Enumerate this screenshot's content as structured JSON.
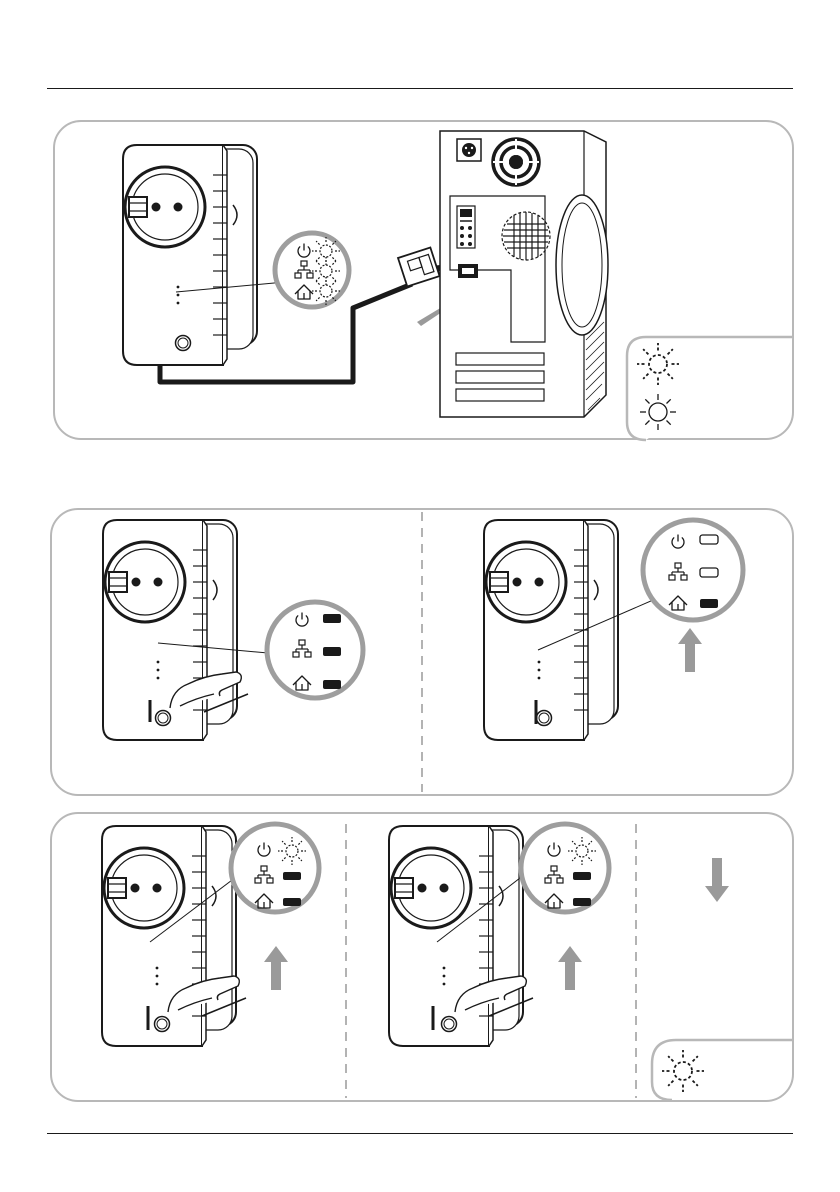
{
  "page": {
    "header_text": "",
    "footer_text": ""
  },
  "colors": {
    "line": "#1a1a1a",
    "panel_border": "#b8b8b8",
    "arrow": "#9a9a9a",
    "led_off": "#1a1a1a"
  },
  "steps": [
    {
      "id": "connect-pc",
      "leds": [
        "blinking",
        "blinking",
        "blinking"
      ],
      "legend": [
        "blinking-slow",
        "blinking-fast"
      ]
    },
    {
      "id": "press-reset",
      "leds": [
        "off",
        "off",
        "off"
      ]
    },
    {
      "id": "release",
      "leds": [
        "on",
        "on",
        "off"
      ]
    },
    {
      "id": "pair-first",
      "leds": [
        "blinking",
        "off",
        "off"
      ]
    },
    {
      "id": "pair-second",
      "leds": [
        "blinking",
        "off",
        "off"
      ]
    },
    {
      "id": "done",
      "legend": [
        "blinking"
      ]
    }
  ],
  "icons": [
    "power-icon",
    "ethernet-icon",
    "home-network-icon",
    "plug-socket-icon",
    "hand-icon",
    "arrow-up-icon",
    "arrow-down-icon",
    "rj45-plug-icon",
    "pc-tower-icon"
  ]
}
